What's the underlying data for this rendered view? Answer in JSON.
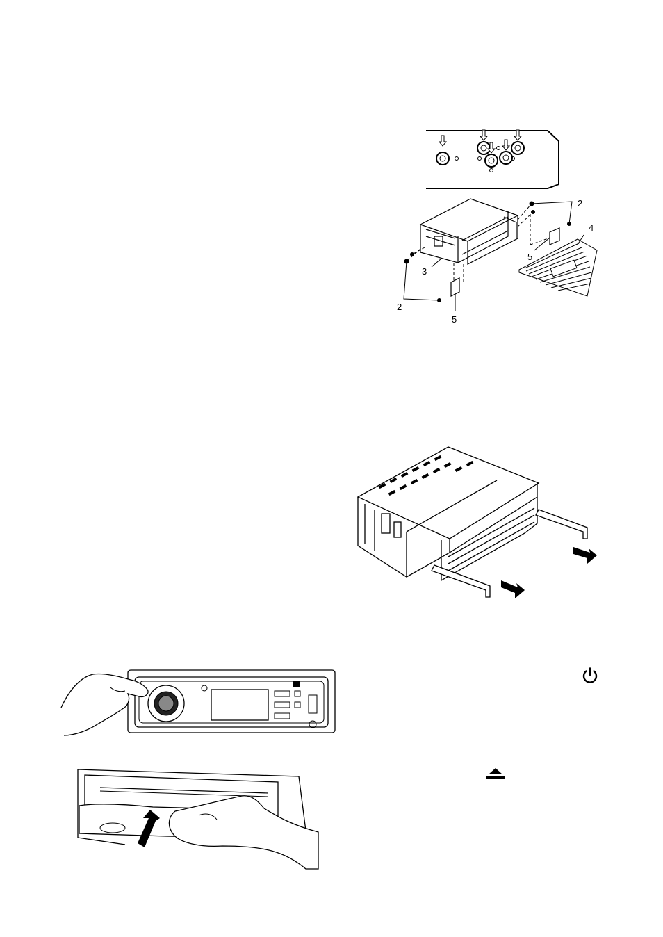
{
  "mounting_figure": {
    "callouts": {
      "screw_top": "2",
      "screw_left": "2",
      "bracket_label": "3",
      "trim_frame": "4",
      "bracket_left": "5",
      "bracket_right": "5"
    }
  },
  "symbols": {
    "power": "power-icon",
    "eject": "eject-icon"
  }
}
